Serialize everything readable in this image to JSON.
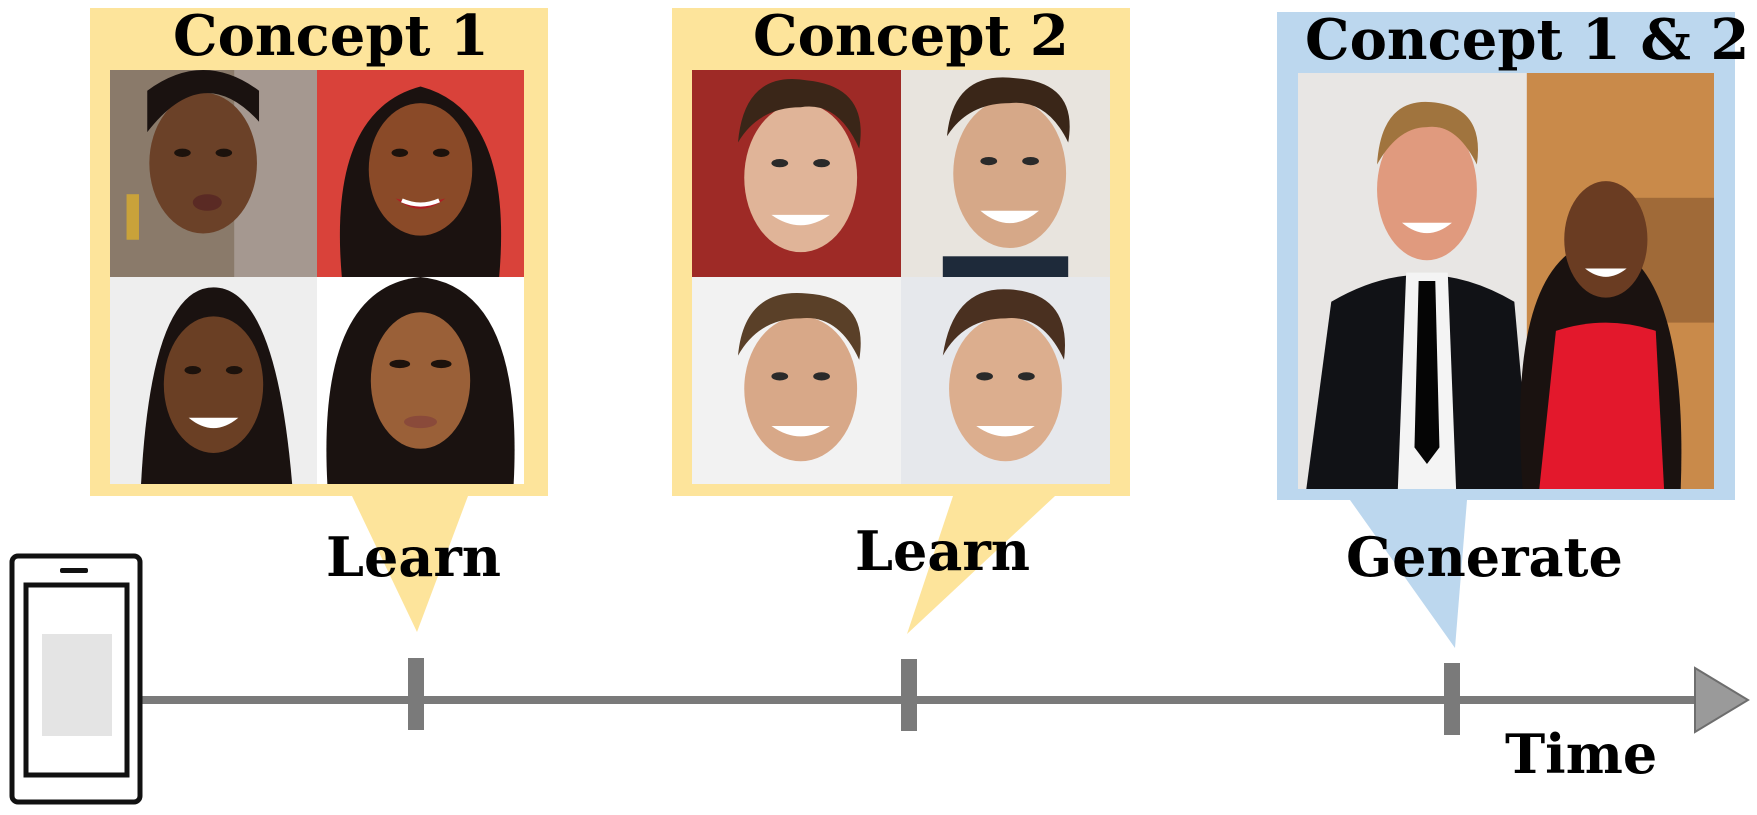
{
  "panels": [
    {
      "title": "Concept 1",
      "action": "Learn",
      "color": "#fde49b"
    },
    {
      "title": "Concept 2",
      "action": "Learn",
      "color": "#fde49b"
    },
    {
      "title": "Concept 1 & 2",
      "action": "Generate",
      "color": "#bcd7ee"
    }
  ],
  "axis": {
    "label": "Time",
    "color": "#7a7a7a"
  },
  "icons": {
    "device": "smartphone-icon"
  }
}
